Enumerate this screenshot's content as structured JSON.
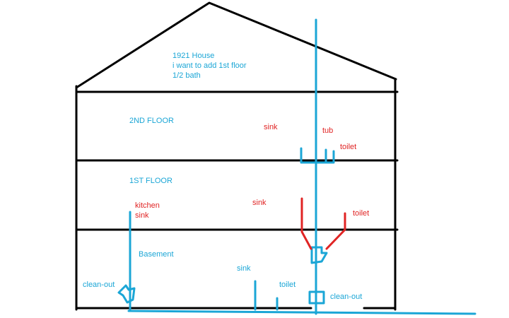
{
  "colors": {
    "structure": "#000000",
    "pipe": "#1ba6d6",
    "planned_pipe": "#e02424",
    "note_text": "#1ba6d6",
    "fixture_text": "#e02424",
    "background": "#ffffff"
  },
  "note": {
    "line1": "1921 House",
    "line2": "i want to add 1st floor",
    "line3": "1/2 bath"
  },
  "floors": {
    "second": "2ND FLOOR",
    "first": "1ST FLOOR",
    "basement": "Basement"
  },
  "second_floor_fixtures": {
    "sink": "sink",
    "tub": "tub",
    "toilet": "toilet"
  },
  "first_floor_fixtures": {
    "kitchen_line1": "kitchen",
    "kitchen_line2": "sink",
    "sink": "sink",
    "toilet": "toilet"
  },
  "basement_fixtures": {
    "sink": "sink",
    "toilet": "toilet",
    "cleanout_left": "clean-out",
    "cleanout_right": "clean-out"
  }
}
